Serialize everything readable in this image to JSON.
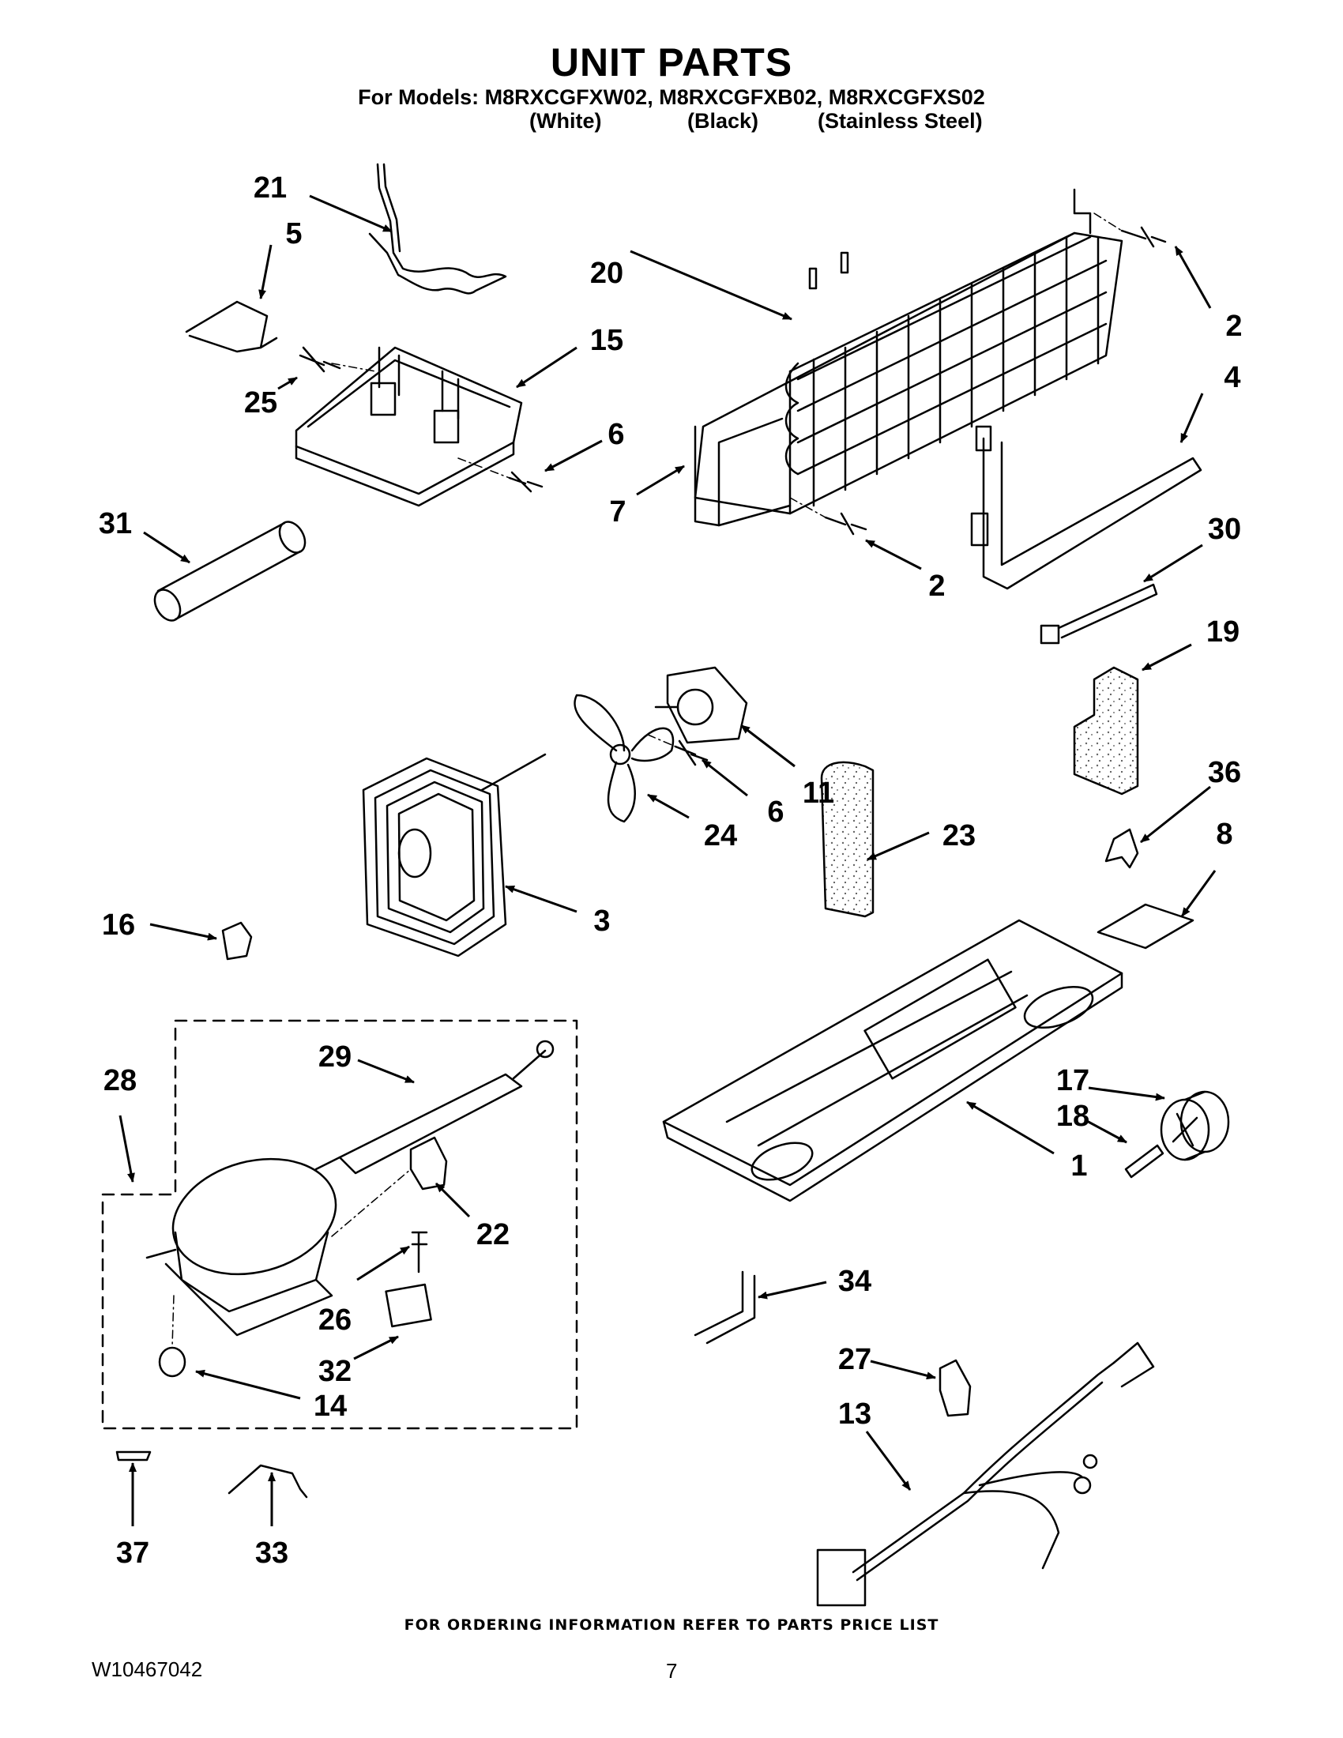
{
  "header": {
    "title": "UNIT PARTS",
    "models_line": "For Models: M8RXCGFXW02, M8RXCGFXB02, M8RXCGFXS02",
    "variants": [
      "(White)",
      "(Black)",
      "(Stainless Steel)"
    ]
  },
  "callouts": [
    "21",
    "5",
    "15",
    "25",
    "6",
    "31",
    "20",
    "2",
    "4",
    "7",
    "2",
    "30",
    "19",
    "11",
    "6",
    "24",
    "23",
    "36",
    "8",
    "3",
    "16",
    "28",
    "29",
    "17",
    "18",
    "1",
    "22",
    "26",
    "32",
    "14",
    "34",
    "27",
    "13",
    "37",
    "33"
  ],
  "footer": {
    "ordering_note": "FOR ORDERING INFORMATION REFER TO PARTS PRICE LIST",
    "doc_number": "W10467042",
    "page_number": "7"
  }
}
